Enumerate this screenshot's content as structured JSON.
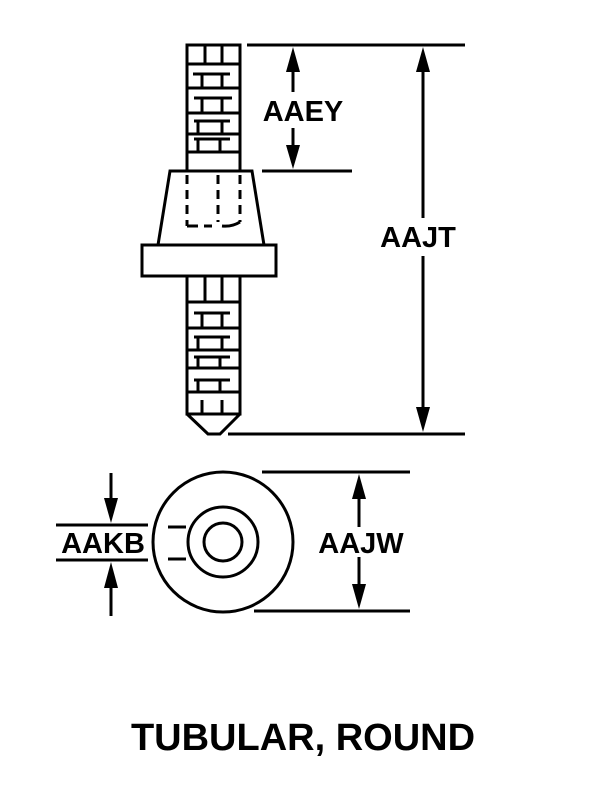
{
  "diagram": {
    "title": "TUBULAR, ROUND",
    "line_color": "#000000",
    "background": "#ffffff",
    "dimensions": {
      "thread_length": "AAEY",
      "overall_length": "AAJT",
      "outside_diameter": "AAJW",
      "inside_diameter": "AAKB"
    }
  }
}
